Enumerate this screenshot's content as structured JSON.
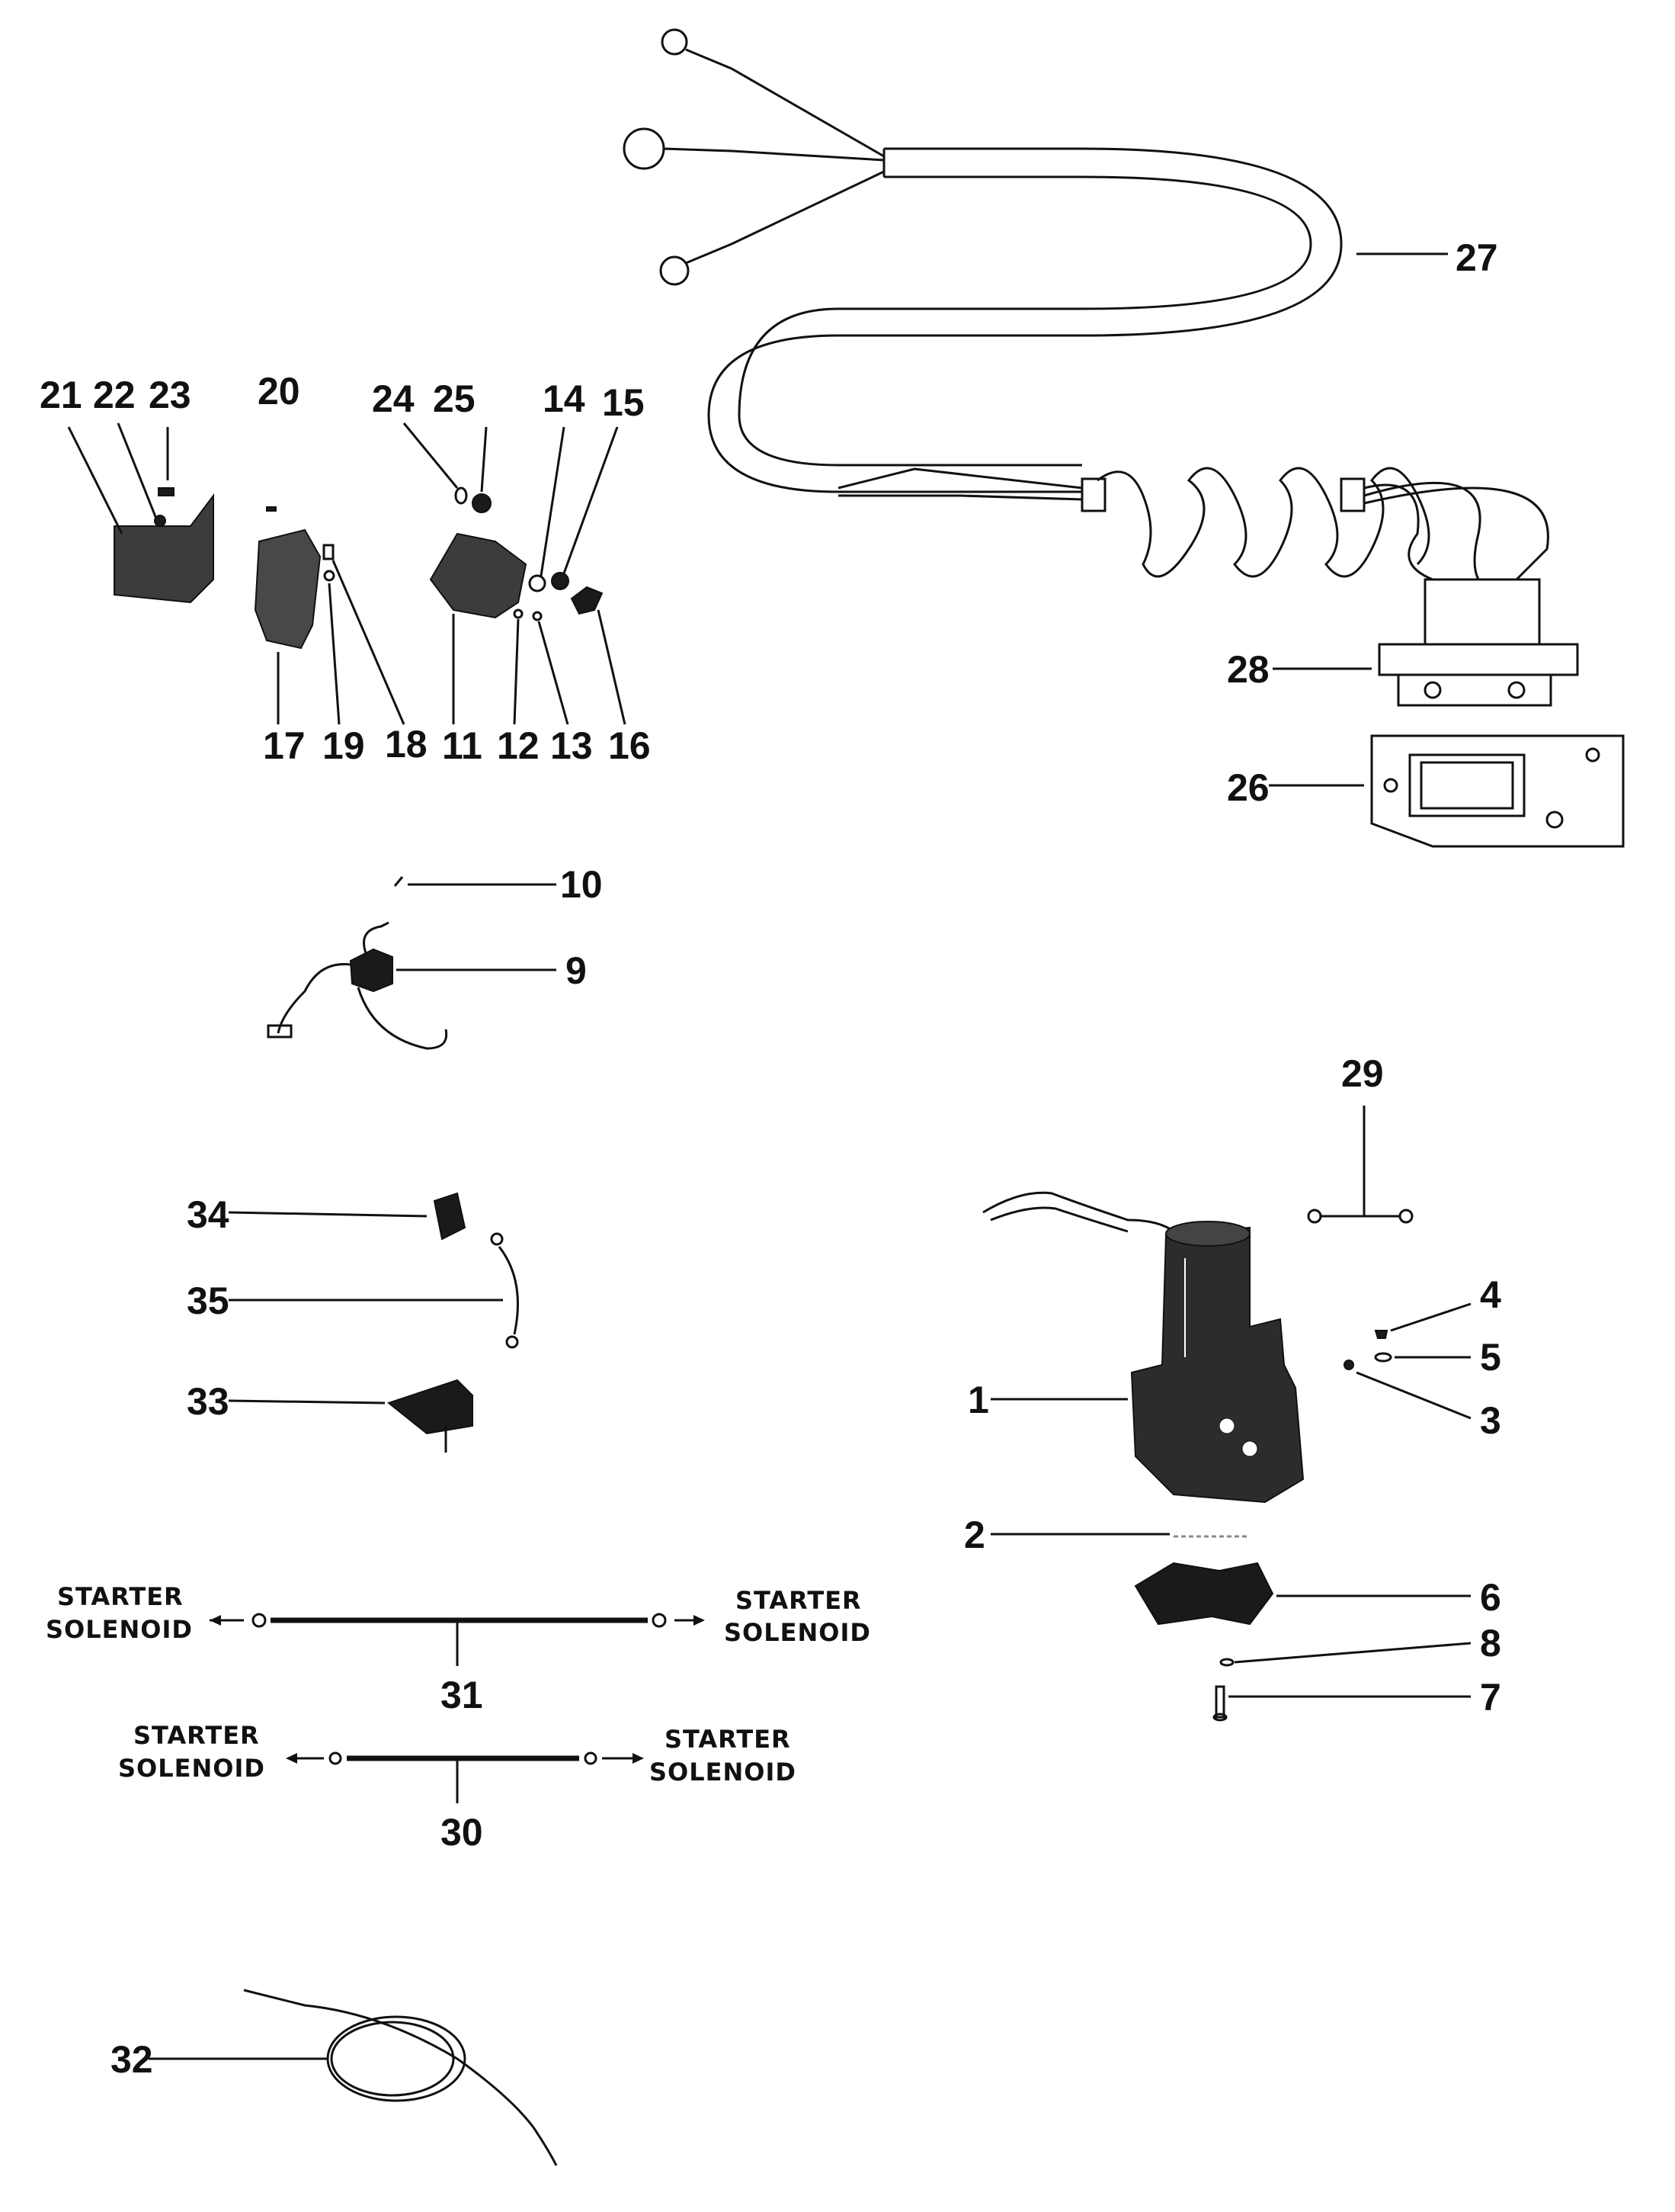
{
  "callouts": {
    "n1": "1",
    "n2": "2",
    "n3": "3",
    "n4": "4",
    "n5": "5",
    "n6": "6",
    "n7": "7",
    "n8": "8",
    "n9": "9",
    "n10": "10",
    "n11": "11",
    "n12": "12",
    "n13": "13",
    "n14": "14",
    "n15": "15",
    "n16": "16",
    "n17": "17",
    "n18": "18",
    "n19": "19",
    "n20": "20",
    "n21": "21",
    "n22": "22",
    "n23": "23",
    "n24": "24",
    "n25": "25",
    "n26": "26",
    "n27": "27",
    "n28": "28",
    "n29": "29",
    "n30": "30",
    "n31": "31",
    "n32": "32",
    "n33": "33",
    "n34": "34",
    "n35": "35"
  },
  "labels": {
    "starter": "STARTER",
    "solenoid": "SOLENOID"
  }
}
